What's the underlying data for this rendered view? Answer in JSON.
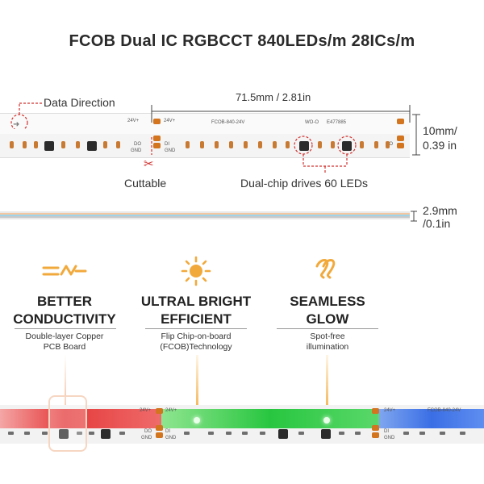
{
  "title": "FCOB Dual IC RGBCCT 840LEDs/m 28ICs/m",
  "diagram": {
    "data_direction": "Data Direction",
    "segment_length": "71.5mm / 2.81in",
    "width_line1": "10mm/",
    "width_line2": "0.39 in",
    "thickness_line1": "2.9mm",
    "thickness_line2": "/0.1in",
    "cuttable": "Cuttable",
    "dual_chip": "Dual-chip drives 60 LEDs",
    "pcb_24v": "24V+",
    "pcb_di": "DI",
    "pcb_do": "DO",
    "pcb_gnd": "GND",
    "pcb_model": "FCOB-840-24V",
    "pcb_code": "WO-O",
    "pcb_code2": "E477885"
  },
  "features": [
    {
      "head_line1": "BETTER",
      "head_line2": "CONDUCTIVITY",
      "sub_line1": "Double-layer Copper",
      "sub_line2": "PCB Board",
      "icon": "conductivity-icon"
    },
    {
      "head_line1": "ULTRAL BRIGHT",
      "head_line2": "EFFICIENT",
      "sub_line1": "Flip Chip-on-board",
      "sub_line2": "(FCOB)Technology",
      "icon": "sun-icon"
    },
    {
      "head_line1": "SEAMLESS",
      "head_line2": "GLOW",
      "sub_line1": "Spot-free",
      "sub_line2": "illumination",
      "icon": "glow-wave-icon"
    }
  ],
  "colors": {
    "accent": "#f2a93b",
    "red": "#e53a3a",
    "green": "#28c640",
    "blue": "#3a6ee5",
    "dashed": "#d0322f"
  }
}
